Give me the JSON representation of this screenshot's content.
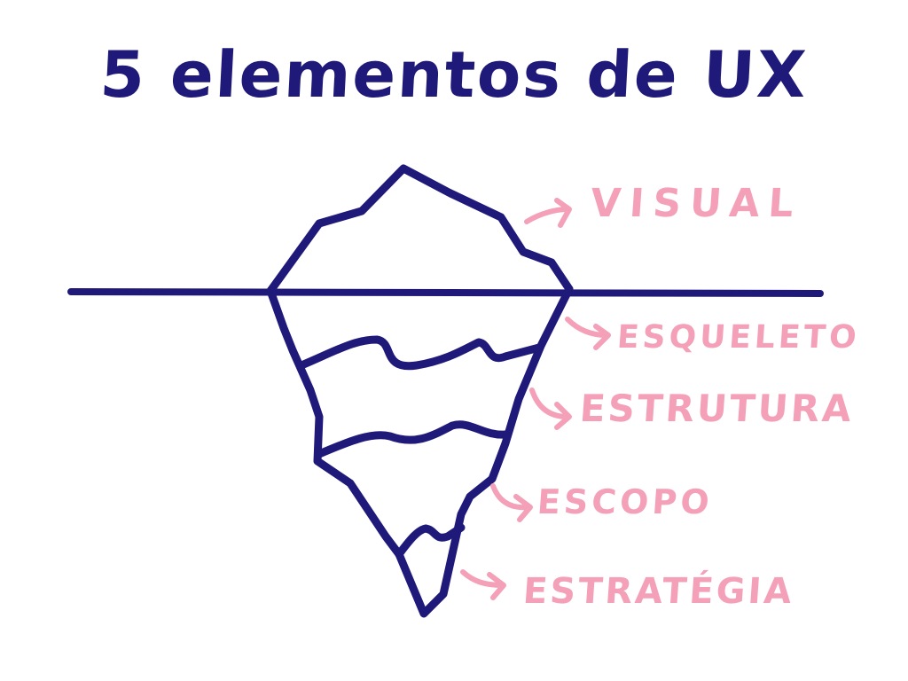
{
  "title": "5 elementos de UX",
  "colors": {
    "ink": "#1f1a7a",
    "label": "#f4a0b8",
    "background": "#ffffff"
  },
  "layers": [
    {
      "id": "visual",
      "label": "VISUAL"
    },
    {
      "id": "esqueleto",
      "label": "ESQUELETO"
    },
    {
      "id": "estrutura",
      "label": "ESTRUTURA"
    },
    {
      "id": "escopo",
      "label": "ESCOPO"
    },
    {
      "id": "estrategia",
      "label": "ESTRATÉGIA"
    }
  ]
}
